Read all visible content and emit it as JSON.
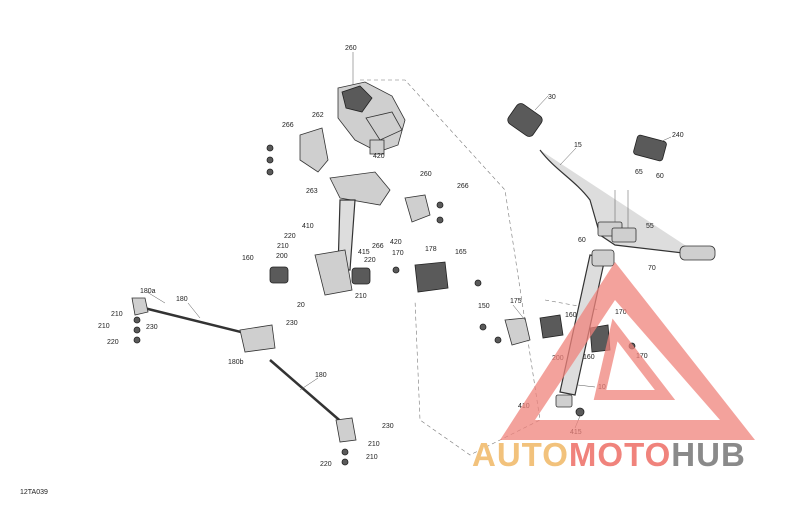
{
  "diagram_code": "12TA039",
  "watermark": {
    "part1": "AUTO",
    "part2": "MOTO",
    "part3": "HUB",
    "color_orange": "#f2c27c",
    "color_red": "#f0837c",
    "color_gray": "#8a8a8a"
  },
  "labels": {
    "l260a": "260",
    "l30": "30",
    "l15": "15",
    "l240": "240",
    "l266a": "266",
    "l262": "262",
    "l420a": "420",
    "l263": "263",
    "l260b": "260",
    "l266b": "266",
    "l65": "65",
    "l60a": "60",
    "l410a": "410",
    "l220a": "220",
    "l210a": "210",
    "l200a": "200",
    "l415a": "415",
    "l220b": "220",
    "l266c": "266",
    "l420b": "420",
    "l170a": "170",
    "l178": "178",
    "l165": "165",
    "l55": "55",
    "l60b": "60",
    "l160a": "160",
    "l210b": "210",
    "l20": "20",
    "l70": "70",
    "l180a": "180a",
    "l180": "180",
    "l210c": "210",
    "l230a": "230",
    "l220c": "220",
    "l230b": "230",
    "l180b": "180b",
    "l150": "150",
    "l175": "175",
    "l160b": "160",
    "l200b": "200",
    "l160c": "160",
    "l170b": "170",
    "l170c": "170",
    "l10": "10",
    "l410b": "410",
    "l415b": "415",
    "l180c": "180",
    "l230c": "230",
    "l210d": "210",
    "l220d": "220",
    "l210e": "210"
  }
}
